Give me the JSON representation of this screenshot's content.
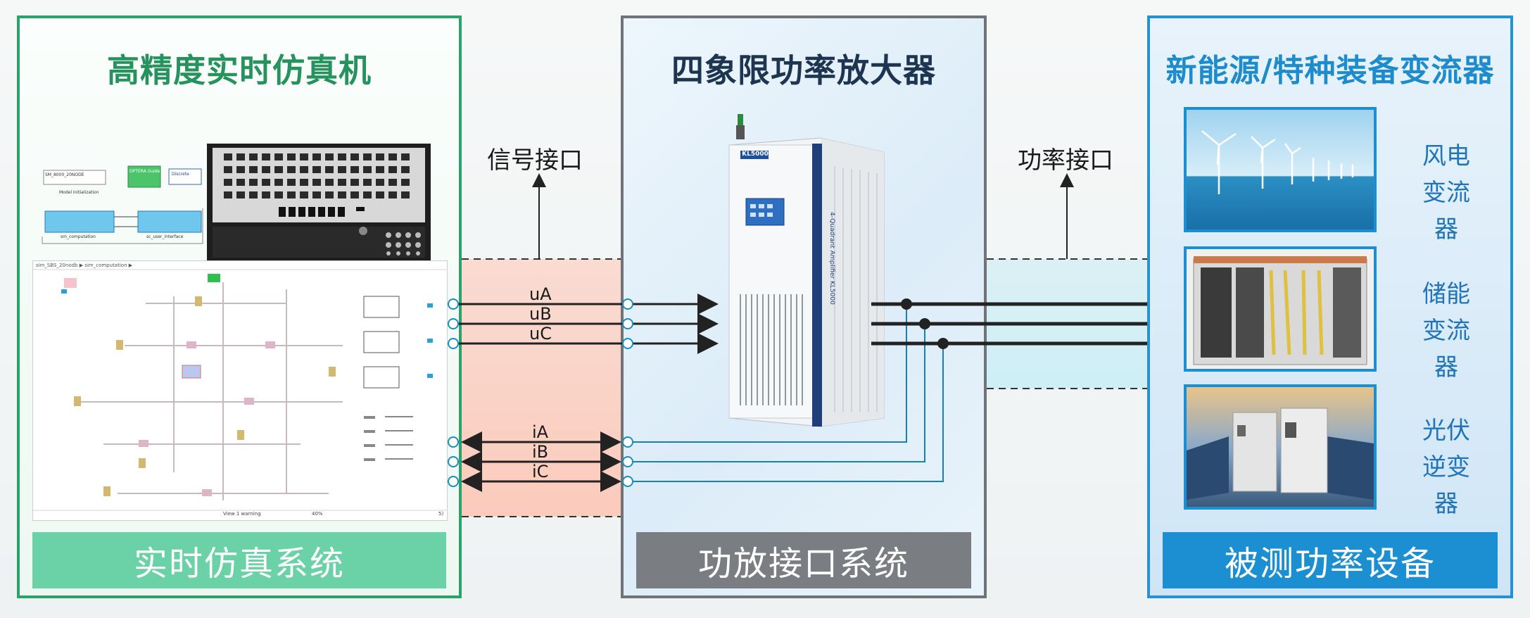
{
  "panels": {
    "left": {
      "title": "高精度实时仿真机",
      "footer": "实时仿真系统"
    },
    "middle": {
      "title": "四象限功率放大器",
      "footer": "功放接口系统"
    },
    "right": {
      "title": "新能源/特种装备变流器",
      "footer": "被测功率设备"
    }
  },
  "interfaces": {
    "signal": "信号接口",
    "power": "功率接口"
  },
  "wires": {
    "voltage": [
      "uA",
      "uB",
      "uC"
    ],
    "current": [
      "iA",
      "iB",
      "iC"
    ]
  },
  "amplifier": {
    "brand": "KL5000",
    "side_text": "4-Quadrant Amplifier KL5000"
  },
  "devices": [
    {
      "line1": "风电",
      "line2": "变流器",
      "icon": "wind-turbine-photo"
    },
    {
      "line1": "储能",
      "line2": "变流器",
      "icon": "energy-storage-cabinet-photo"
    },
    {
      "line1": "光伏",
      "line2": "逆变器",
      "icon": "solar-inverter-photo"
    }
  ],
  "screenshot": {
    "status_left": "View 1 warning",
    "status_mid": "40%",
    "status_right": "5)",
    "breadcrumb": "sim_SBS_20nodb ▶ sim_computation ▶",
    "mini_block_1": "SM_8000_20NODE",
    "mini_block_2": "OPTERA Guide",
    "mini_block_3": "Discrete",
    "mini_block_4": "sm_computation",
    "mini_block_5": "sc_user_interface",
    "mini_caption": "Model Initialization"
  }
}
